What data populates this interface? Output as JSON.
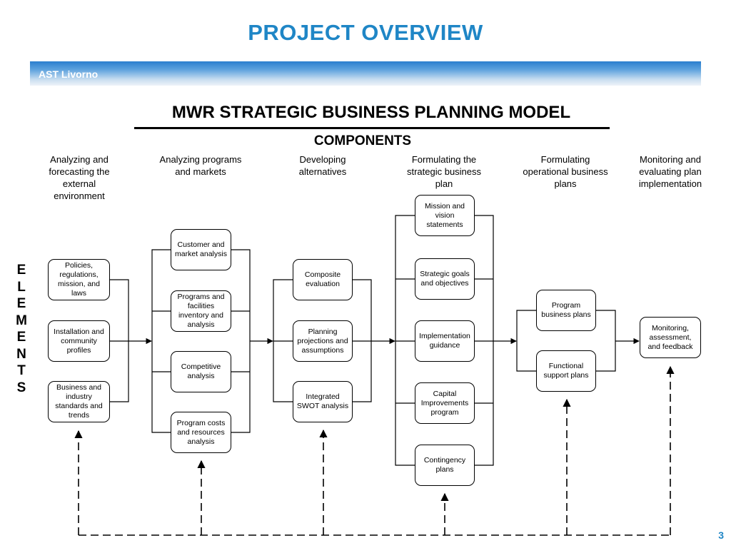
{
  "header": {
    "title": "PROJECT OVERVIEW",
    "band_label": "AST Livorno"
  },
  "model": {
    "title": "MWR STRATEGIC BUSINESS PLANNING MODEL",
    "subtitle": "COMPONENTS"
  },
  "side_label": [
    "E",
    "L",
    "E",
    "M",
    "E",
    "N",
    "T",
    "S"
  ],
  "columns": [
    {
      "heading": "Analyzing and forecasting the external environment",
      "elements": [
        "Policies, regulations, mission, and laws",
        "Installation and community profiles",
        "Business and industry standards and trends"
      ]
    },
    {
      "heading": "Analyzing programs and markets",
      "elements": [
        "Customer and market analysis",
        "Programs and facilities inventory and analysis",
        "Competitive analysis",
        "Program costs and resources analysis"
      ]
    },
    {
      "heading": "Developing alternatives",
      "elements": [
        "Composite evaluation",
        "Planning projections and assumptions",
        "Integrated SWOT analysis"
      ]
    },
    {
      "heading": "Formulating the strategic business plan",
      "elements": [
        "Mission and vision statements",
        "Strategic goals and objectives",
        "Implementation guidance",
        "Capital Improvements program",
        "Contingency plans"
      ]
    },
    {
      "heading": "Formulating operational business plans",
      "elements": [
        "Program business plans",
        "Functional support plans"
      ]
    },
    {
      "heading": "Monitoring and evaluating plan implementation",
      "elements": [
        "Monitoring, assessment, and feedback"
      ]
    }
  ],
  "page_number": "3",
  "colors": {
    "title": "#1f86c6",
    "band_start": "#2a7fce",
    "band_end": "#eef3f8",
    "line": "#000000"
  }
}
